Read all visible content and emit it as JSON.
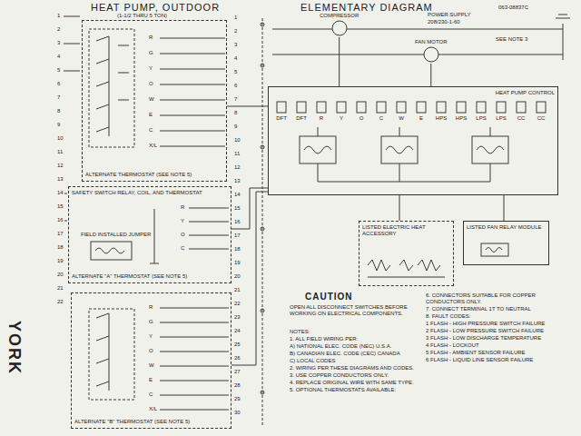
{
  "diagram": {
    "title": "HEAT PUMP, OUTDOOR",
    "nodes": [
      {
        "text": [
          "ALTERNATE THERMOSTAT (SEE NOTE 5)"
        ]
      },
      {
        "text": [
          "SAFETY SWITCH RELAY, COIL, AND THERMOSTAT",
          "FIELD INSTALLED JUMPER",
          "ALTERNATE \"A\" THERMOSTAT (SEE NOTE 5)"
        ]
      },
      {
        "text": [
          "ALTERNATE \"B\" THERMOSTAT (SEE NOTE 5)"
        ]
      },
      {
        "text": [
          "COMPRESSOR"
        ]
      },
      {
        "text": [
          "FAN MOTOR"
        ]
      },
      {
        "text": [
          "HEAT PUMP CONTROL"
        ]
      },
      {
        "text": [
          "LISTED ELECTRIC HEAT ACCESSORY"
        ]
      },
      {
        "text": [
          "LISTED FAN RELAY MODULE"
        ]
      }
    ],
    "edges": [
      {
        "from": 0,
        "to": 5,
        "arrow": "none"
      },
      {
        "from": 1,
        "to": 5,
        "arrow": "none"
      },
      {
        "from": 2,
        "to": 5,
        "arrow": "none"
      },
      {
        "from": 3,
        "to": 5,
        "arrow": "none"
      },
      {
        "from": 4,
        "to": 5,
        "arrow": "none"
      },
      {
        "from": 5,
        "to": 6,
        "arrow": "none"
      },
      {
        "from": 5,
        "to": 7,
        "arrow": "none"
      }
    ],
    "labels": [
      "ELEMENTARY DIAGRAM",
      "063-08837C",
      "(1-1/2 THRU 5 TON)",
      "POWER SUPPLY",
      "208/230-1-60",
      "SEE NOTE 3",
      "CAUTION",
      "OPEN ALL DISCONNECT SWITCHES BEFORE WORKING ON ELECTRICAL COMPONENTS.",
      "YORK",
      "NOTES:",
      "1. ALL FIELD WIRING PER:",
      "A) NATIONAL ELEC. CODE (NEC) U.S.A.",
      "B) CANADIAN ELEC. CODE (CEC) CANADA",
      "C) LOCAL CODES",
      "2. WIRING PER THESE DIAGRAMS AND CODES.",
      "3. USE COPPER CONDUCTORS ONLY.",
      "4. REPLACE ORIGINAL WIRE WITH SAME TYPE.",
      "5. OPTIONAL THERMOSTATS AVAILABLE:",
      "6. CONNECTORS SUITABLE FOR COPPER CONDUCTORS ONLY.",
      "7. CONNECT TERMINAL 1T TO NEUTRAL",
      "8. FAULT CODES:",
      "1 FLASH - HIGH PRESSURE SWITCH FAILURE",
      "2 FLASH - LOW PRESSURE SWITCH FAILURE",
      "3 FLASH - LOW DISCHARGE TEMPERATURE",
      "4 FLASH - LOCKOUT",
      "5 FLASH - AMBIENT SENSOR FAILURE",
      "6 FLASH - LIQUID LINE SENSOR FAILURE",
      "1",
      "2",
      "3",
      "4",
      "5",
      "6",
      "7",
      "8",
      "9",
      "10",
      "11",
      "12",
      "13",
      "14",
      "15",
      "16",
      "17",
      "18",
      "19",
      "20",
      "21",
      "22",
      "1",
      "2",
      "3",
      "4",
      "5",
      "6",
      "7",
      "8",
      "9",
      "10",
      "11",
      "12",
      "13",
      "14",
      "15",
      "16",
      "17",
      "18",
      "19",
      "20",
      "21",
      "22",
      "23",
      "24",
      "25",
      "26",
      "27",
      "28",
      "29",
      "30",
      "DFT",
      "DFT",
      "R",
      "Y",
      "O",
      "C",
      "W",
      "E",
      "HPS",
      "HPS",
      "LPS",
      "LPS",
      "CC",
      "CC",
      "R",
      "G",
      "Y",
      "O",
      "W",
      "E",
      "C",
      "X/L",
      "R",
      "G",
      "Y",
      "O",
      "W",
      "E",
      "C",
      "X/L",
      "R",
      "Y",
      "O",
      "C"
    ]
  }
}
